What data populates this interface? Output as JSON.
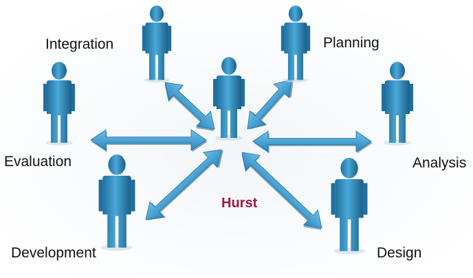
{
  "diagram": {
    "center": {
      "label": "Hurst"
    },
    "nodes": [
      {
        "id": "integration",
        "label": "Integration"
      },
      {
        "id": "planning",
        "label": "Planning"
      },
      {
        "id": "evaluation",
        "label": "Evaluation"
      },
      {
        "id": "analysis",
        "label": "Analysis"
      },
      {
        "id": "development",
        "label": "Development"
      },
      {
        "id": "design",
        "label": "Design"
      }
    ],
    "colors": {
      "figure": "#3c98c9",
      "figure_shade": "#1f6f9e",
      "arrow": "#3f9fd4",
      "center_label": "#a3173a",
      "text": "#111111"
    }
  }
}
